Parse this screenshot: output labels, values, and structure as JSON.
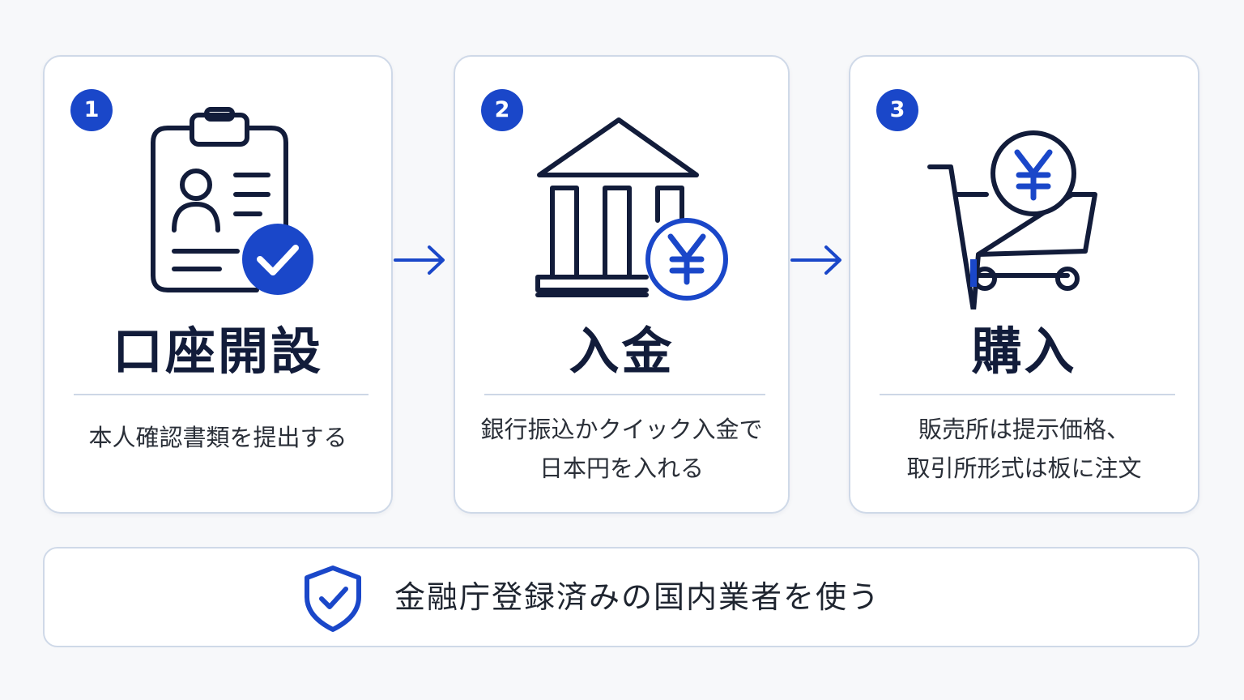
{
  "steps": [
    {
      "number": "1",
      "title": "口座開設",
      "desc_lines": [
        "本人確認書類を提出する"
      ],
      "icon": "clipboard-id-check-icon"
    },
    {
      "number": "2",
      "title": "入金",
      "desc_lines": [
        "銀行振込かクイック入金で",
        "日本円を入れる"
      ],
      "icon": "bank-yen-icon"
    },
    {
      "number": "3",
      "title": "購入",
      "desc_lines": [
        "販売所は提示価格、",
        "取引所形式は板に注文"
      ],
      "icon": "cart-yen-icon"
    }
  ],
  "banner": {
    "text": "金融庁登録済みの国内業者を使う",
    "icon": "shield-check-icon"
  },
  "colors": {
    "accent": "#1a47c9",
    "navy": "#121c3a",
    "border": "#cfd9e8",
    "text": "#2a2f38"
  }
}
